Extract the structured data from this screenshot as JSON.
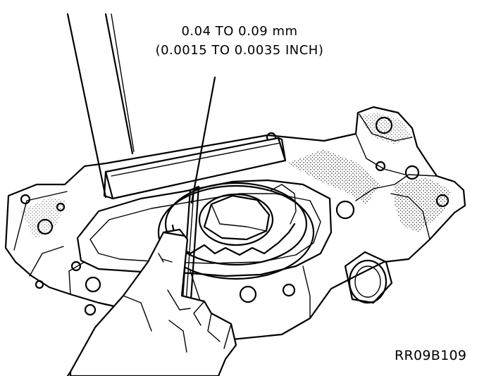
{
  "diagram": {
    "spec_metric": "0.04 TO 0.09 mm",
    "spec_inch": "(0.0015 TO 0.0035 INCH)",
    "figure_code": "RR09B109"
  }
}
